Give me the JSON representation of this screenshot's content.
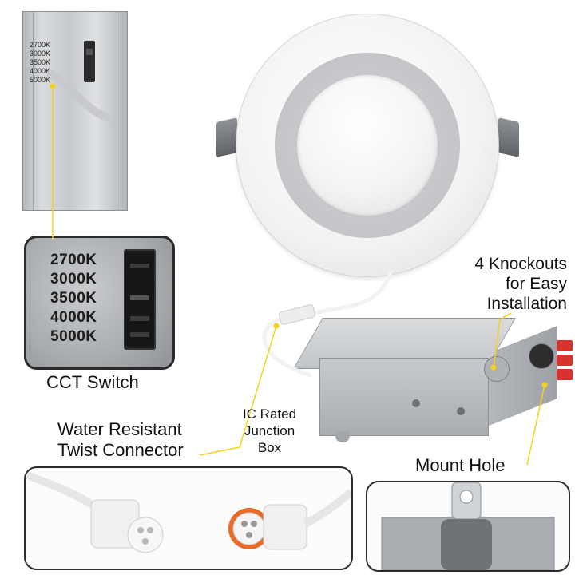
{
  "cct_switch": {
    "options": [
      "2700K",
      "3000K",
      "3500K",
      "4000K",
      "5000K"
    ],
    "label": "CCT Switch"
  },
  "callouts": {
    "water_resistant_line1": "Water Resistant",
    "water_resistant_line2": "Twist Connector",
    "ic_rated_line1": "IC Rated",
    "ic_rated_line2": "Junction",
    "ic_rated_line3": "Box",
    "knockouts_line1": "4 Knockouts",
    "knockouts_line2": "for Easy",
    "knockouts_line3": "Installation",
    "mount_hole": "Mount Hole"
  },
  "colors": {
    "leader_line": "#f3d21c",
    "panel_border": "#2b2b2b",
    "connector_accent": "#e86a2a",
    "red_cap": "#d8322e"
  }
}
